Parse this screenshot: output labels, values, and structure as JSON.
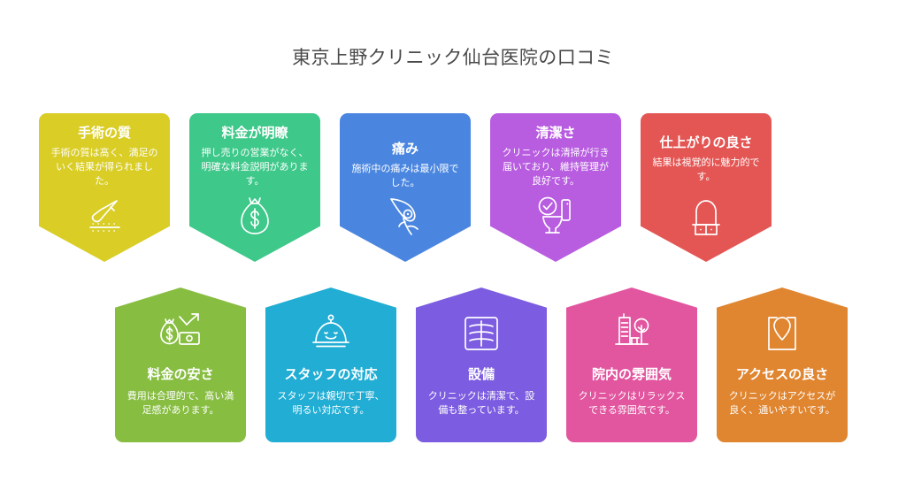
{
  "title": "東京上野クリニック仙台医院の口コミ",
  "background_color": "#ffffff",
  "title_color": "#4a4a4a",
  "rows": {
    "top": {
      "cards": [
        {
          "heading": "手術の質",
          "body": "手術の質は高く、満足のいく結果が得られました。",
          "color": "#d9cd26",
          "icon": "scalpel-icon"
        },
        {
          "heading": "料金が明瞭",
          "body": "押し売りの営業がなく、明確な料金説明があります。",
          "color": "#3ec88a",
          "icon": "money-bag-icon"
        },
        {
          "heading": "痛み",
          "body": "施術中の痛みは最小限でした。",
          "color": "#4a86e0",
          "icon": "feather-icon"
        },
        {
          "heading": "清潔さ",
          "body": "クリニックは清掃が行き届いており、維持管理が良好です。",
          "color": "#b85ce0",
          "icon": "toilet-check-icon"
        },
        {
          "heading": "仕上がりの良さ",
          "body": "結果は視覚的に魅力的です。",
          "color": "#e45654",
          "icon": "arch-bag-icon"
        }
      ]
    },
    "bottom": {
      "cards": [
        {
          "heading": "料金の安さ",
          "body": "費用は合理的で、高い満足感があります。",
          "color": "#87bd41",
          "icon": "money-growth-icon"
        },
        {
          "heading": "スタッフの対応",
          "body": "スタッフは親切で丁寧、明るい対応です。",
          "color": "#21add4",
          "icon": "smiling-dome-icon"
        },
        {
          "heading": "設備",
          "body": "クリニックは清潔で、設備も整っています。",
          "color": "#7c5ce0",
          "icon": "equipment-frame-icon"
        },
        {
          "heading": "院内の雰囲気",
          "body": "クリニックはリラックスできる雰囲気です。",
          "color": "#e2559f",
          "icon": "building-tree-icon"
        },
        {
          "heading": "アクセスの良さ",
          "body": "クリニックはアクセスが良く、通いやすいです。",
          "color": "#e08530",
          "icon": "map-pin-icon"
        }
      ]
    }
  }
}
